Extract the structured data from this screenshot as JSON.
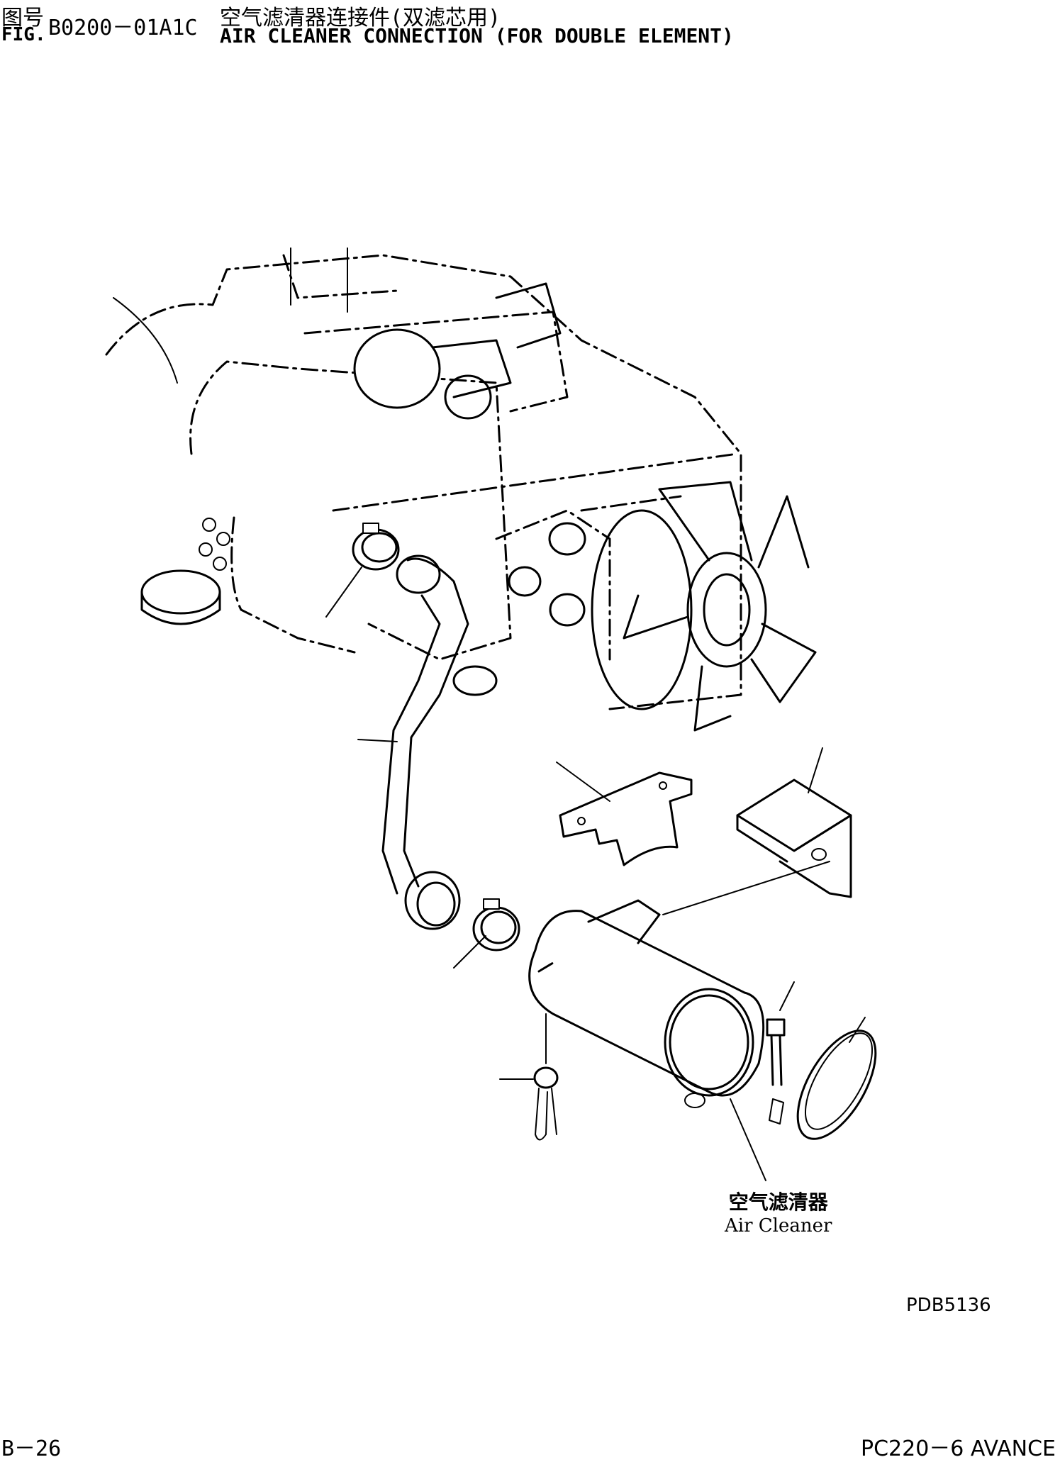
{
  "header": {
    "cn_label": "图号",
    "fig_label": "FIG.",
    "figure_number": "B0200－01A1C",
    "title_cn": "空气滤清器连接件(双滤芯用)",
    "title_en": "AIR CLEANER CONNECTION (FOR DOUBLE ELEMENT)"
  },
  "callout": {
    "label_cn": "空气滤清器",
    "label_en": "Air Cleaner"
  },
  "drawing_code": "PDB5136",
  "footer": {
    "page_number": "B－26",
    "model": "PC220－6 AVANCE"
  }
}
